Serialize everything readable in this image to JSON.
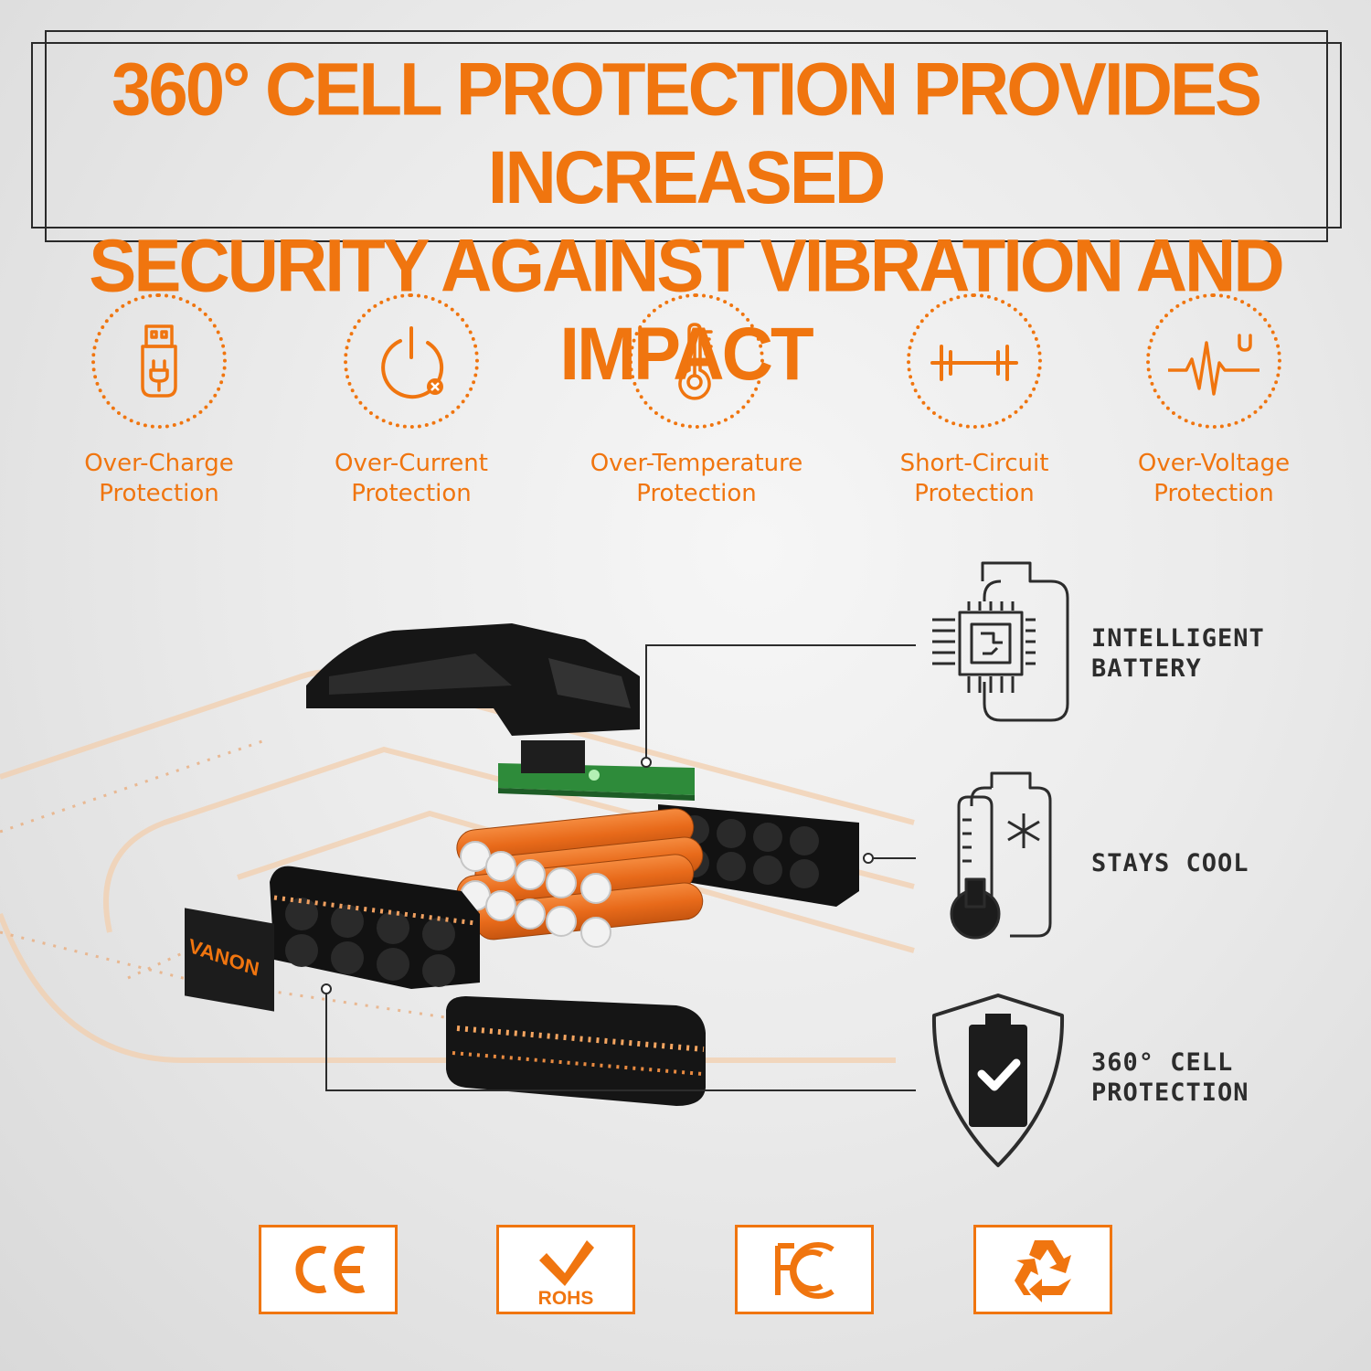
{
  "headline": {
    "line1": "360° CELL PROTECTION PROVIDES INCREASED",
    "line2": "SECURITY AGAINST VIBRATION AND IMPACT"
  },
  "protections": [
    {
      "icon": "usb-plug-icon",
      "line1": "Over-Charge",
      "line2": "Protection"
    },
    {
      "icon": "power-icon",
      "line1": "Over-Current",
      "line2": "Protection"
    },
    {
      "icon": "thermometer-icon",
      "line1": "Over-Temperature",
      "line2": "Protection"
    },
    {
      "icon": "circuit-icon",
      "line1": "Short-Circuit",
      "line2": "Protection"
    },
    {
      "icon": "voltage-wave-icon",
      "line1": "Over-Voltage",
      "line2": "Protection"
    }
  ],
  "features": [
    {
      "icon": "chip-battery-icon",
      "line1": "INTELLIGENT",
      "line2": "BATTERY"
    },
    {
      "icon": "cool-battery-icon",
      "line1": "STAYS COOL",
      "line2": ""
    },
    {
      "icon": "shield-battery-icon",
      "line1": "360° CELL",
      "line2": "PROTECTION"
    }
  ],
  "brand": "VANON",
  "certifications": [
    {
      "icon": "ce-mark-icon",
      "label": ""
    },
    {
      "icon": "rohs-icon",
      "label": "ROHS"
    },
    {
      "icon": "fcc-mark-icon",
      "label": ""
    },
    {
      "icon": "recycle-icon",
      "label": ""
    }
  ],
  "colors": {
    "accent": "#f0750f",
    "dark": "#2c2c2c"
  }
}
